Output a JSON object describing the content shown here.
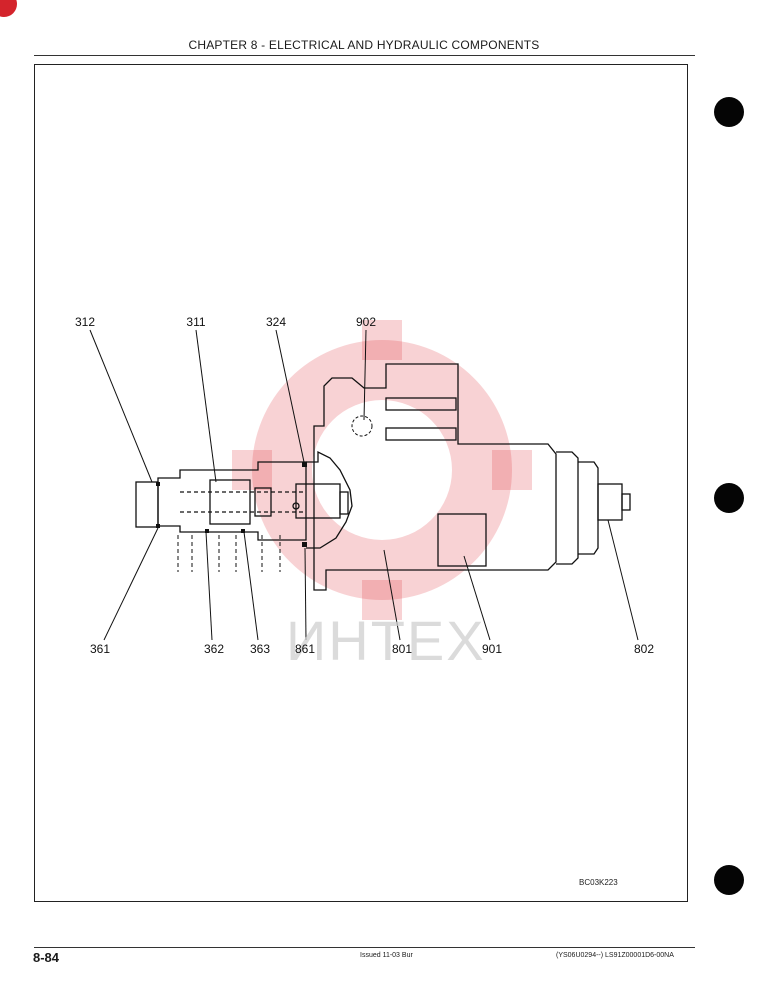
{
  "header": {
    "chapter_title": "CHAPTER 8 - ELECTRICAL AND HYDRAULIC COMPONENTS"
  },
  "diagram": {
    "callouts_top": [
      "312",
      "311",
      "324",
      "902"
    ],
    "callouts_bottom": [
      "361",
      "362",
      "363",
      "861",
      "801",
      "901",
      "802"
    ],
    "figure_code": "BC03K223",
    "watermark_text": "ИНТЕХ"
  },
  "footer": {
    "page_number": "8-84",
    "issued": "Issued 11-03   Bur",
    "doc_id": "(YS06U0294--)   LS91Z00001D6-00NA"
  }
}
